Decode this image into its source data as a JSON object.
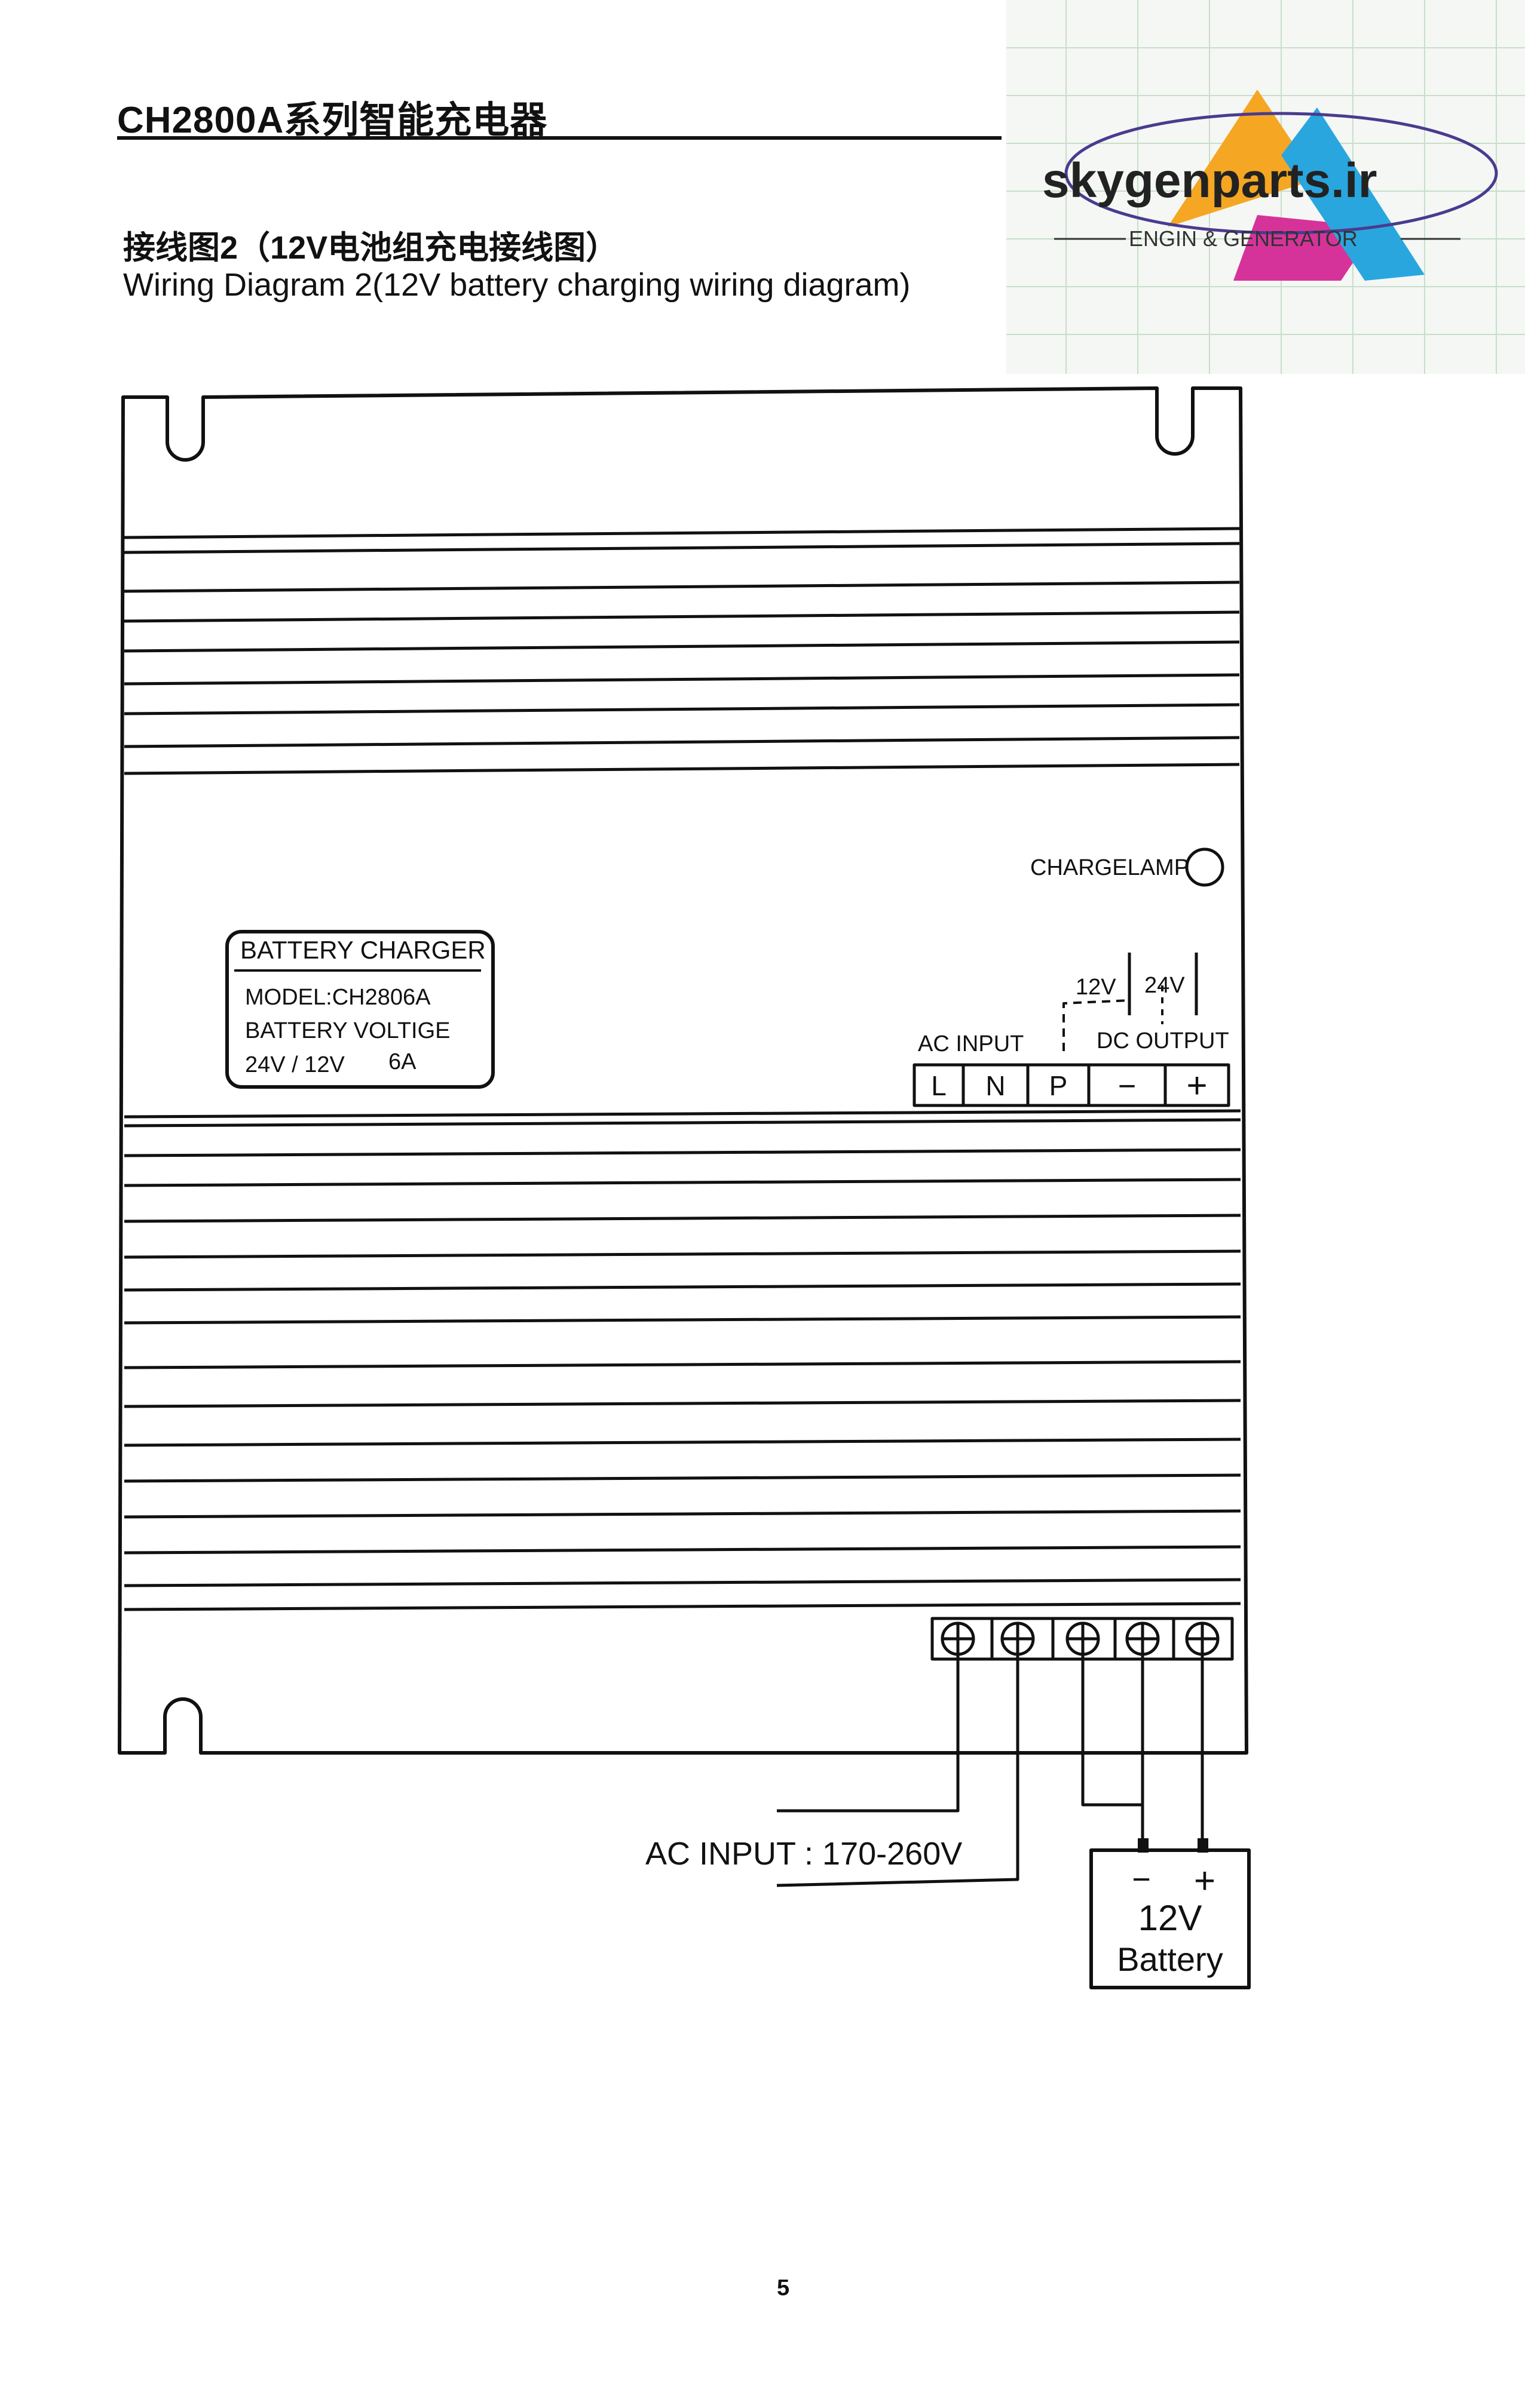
{
  "header": {
    "title": "CH2800A系列智能充电器"
  },
  "diagram": {
    "title_cn": "接线图2（12V电池组充电接线图）",
    "title_en": "Wiring Diagram 2(12V battery charging wiring diagram)",
    "nameplate": {
      "line1": "BATTERY CHARGER",
      "line2": "MODEL:CH2806A",
      "line3": "BATTERY VOLTIGE",
      "line4a": "24V / 12V",
      "line4b": "6A"
    },
    "charge_lamp_label": "CHARGELAMP",
    "ac_input_label": "AC INPUT",
    "dc_output_label": "DC OUTPUT",
    "jumper_12v": "12V",
    "jumper_24v": "24V",
    "terminals": [
      "L",
      "N",
      "P",
      "−",
      "+"
    ],
    "ac_supply_label": "AC INPUT : 170-260V",
    "battery": {
      "minus": "−",
      "plus": "+",
      "voltage": "12V",
      "name": "Battery"
    }
  },
  "watermark": {
    "site": "skygenparts.ir",
    "tagline": "ENGIN & GENERATOR"
  },
  "footer": {
    "page_number": "5"
  }
}
